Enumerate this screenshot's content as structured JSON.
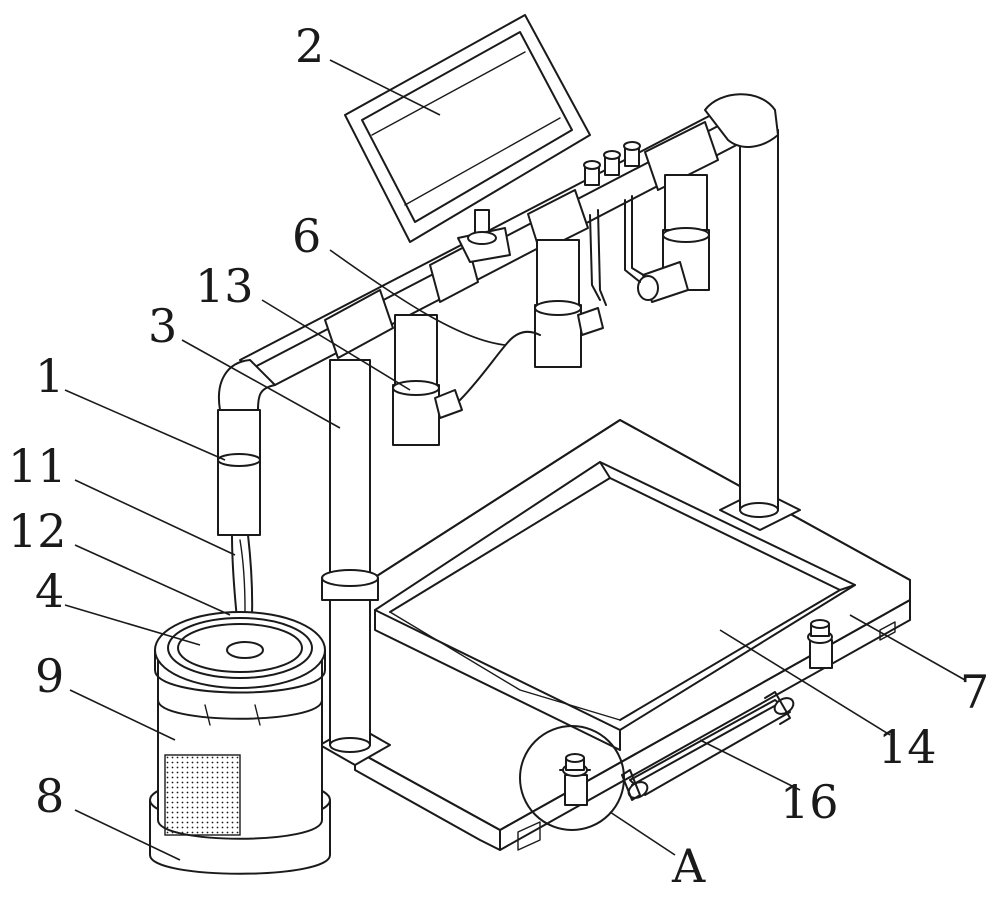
{
  "callouts": [
    {
      "id": "2",
      "text": "2"
    },
    {
      "id": "6",
      "text": "6"
    },
    {
      "id": "13",
      "text": "13"
    },
    {
      "id": "3",
      "text": "3"
    },
    {
      "id": "1",
      "text": "1"
    },
    {
      "id": "11",
      "text": "11"
    },
    {
      "id": "12",
      "text": "12"
    },
    {
      "id": "4",
      "text": "4"
    },
    {
      "id": "9",
      "text": "9"
    },
    {
      "id": "8",
      "text": "8"
    },
    {
      "id": "7",
      "text": "7"
    },
    {
      "id": "14",
      "text": "14"
    },
    {
      "id": "16",
      "text": "16"
    },
    {
      "id": "A",
      "text": "A"
    }
  ]
}
